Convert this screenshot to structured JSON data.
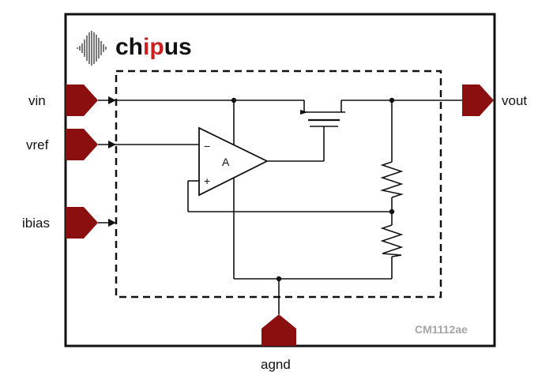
{
  "brand": {
    "name_prefix": "ch",
    "name_accent": "ip",
    "name_suffix": "us",
    "accent_color": "#cc1f1f",
    "text_color": "#111111",
    "icon": "waveform-icon"
  },
  "part_number": "CM1112ae",
  "pins": {
    "vin": "vin",
    "vref": "vref",
    "ibias": "ibias",
    "vout": "vout",
    "agnd": "agnd"
  },
  "amplifier": {
    "label": "A",
    "inverting_symbol": "−",
    "noninverting_symbol": "+"
  },
  "colors": {
    "pin_fill": "#8b0f0f",
    "line": "#111111",
    "part_number": "#a6a6a6"
  }
}
